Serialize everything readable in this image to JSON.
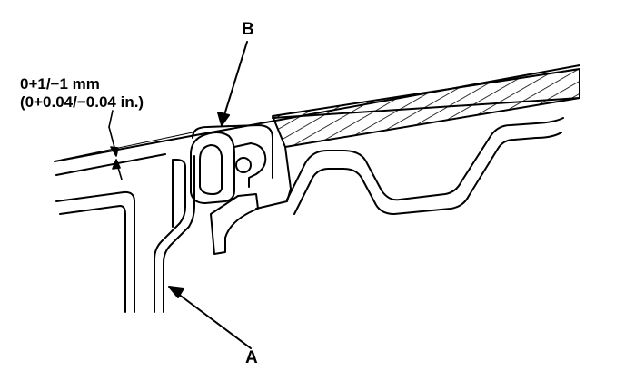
{
  "labels": {
    "callout_a": "A",
    "callout_b": "B",
    "dimension_mm": "0+1/−1 mm",
    "dimension_in": "(0+0.04/−0.04 in.)"
  },
  "colors": {
    "ink": "#000000",
    "paper": "#ffffff"
  }
}
